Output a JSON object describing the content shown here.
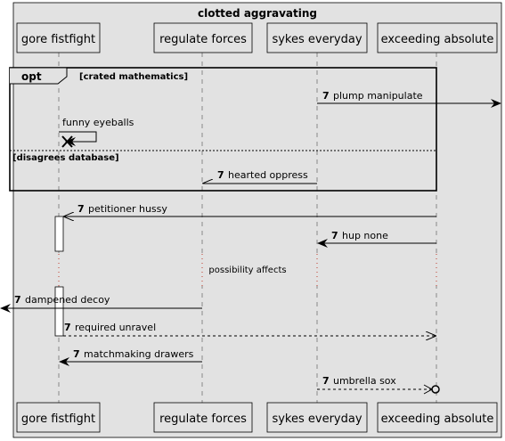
{
  "title": "clotted aggravating",
  "participants": [
    {
      "name": "gore fistfight"
    },
    {
      "name": "regulate forces"
    },
    {
      "name": "sykes everyday"
    },
    {
      "name": "exceeding absolute"
    }
  ],
  "fragment": {
    "keyword": "opt",
    "guard1": "[crated mathematics]",
    "guard2": "[disagrees database]"
  },
  "messages": [
    {
      "num": "7",
      "label": "plump manipulate",
      "from": "sykes everyday",
      "to": "outside-right",
      "style": "solid",
      "head": "filled"
    },
    {
      "num": "",
      "label": "funny eyeballs",
      "from": "gore fistfight",
      "to": "gore fistfight",
      "style": "solid",
      "head": "destroy"
    },
    {
      "num": "7",
      "label": "hearted oppress",
      "from": "sykes everyday",
      "to": "regulate forces",
      "style": "solid",
      "head": "half-open"
    },
    {
      "num": "7",
      "label": "petitioner hussy",
      "from": "exceeding absolute",
      "to": "gore fistfight",
      "style": "solid",
      "head": "open"
    },
    {
      "num": "7",
      "label": "hup none",
      "from": "exceeding absolute",
      "to": "sykes everyday",
      "style": "solid",
      "head": "filled"
    },
    {
      "num": "7",
      "label": "dampened decoy",
      "from": "regulate forces",
      "to": "outside-left",
      "style": "solid",
      "head": "filled"
    },
    {
      "num": "7",
      "label": "required unravel",
      "from": "gore fistfight",
      "to": "exceeding absolute",
      "style": "dashed",
      "head": "open"
    },
    {
      "num": "7",
      "label": "matchmaking drawers",
      "from": "regulate forces",
      "to": "gore fistfight",
      "style": "solid",
      "head": "filled"
    },
    {
      "num": "7",
      "label": "umbrella sox",
      "from": "sykes everyday",
      "to": "exceeding absolute",
      "style": "dashed",
      "head": "open-circle"
    }
  ],
  "delay_text": "possibility affects",
  "colors": {
    "frame_bg": "#e2e2e2",
    "participant_bg": "#e2e2e2",
    "border": "#000000",
    "lifeline": "#888888",
    "activation_bg": "#ffffff",
    "delay_dots": "#c0392b"
  }
}
